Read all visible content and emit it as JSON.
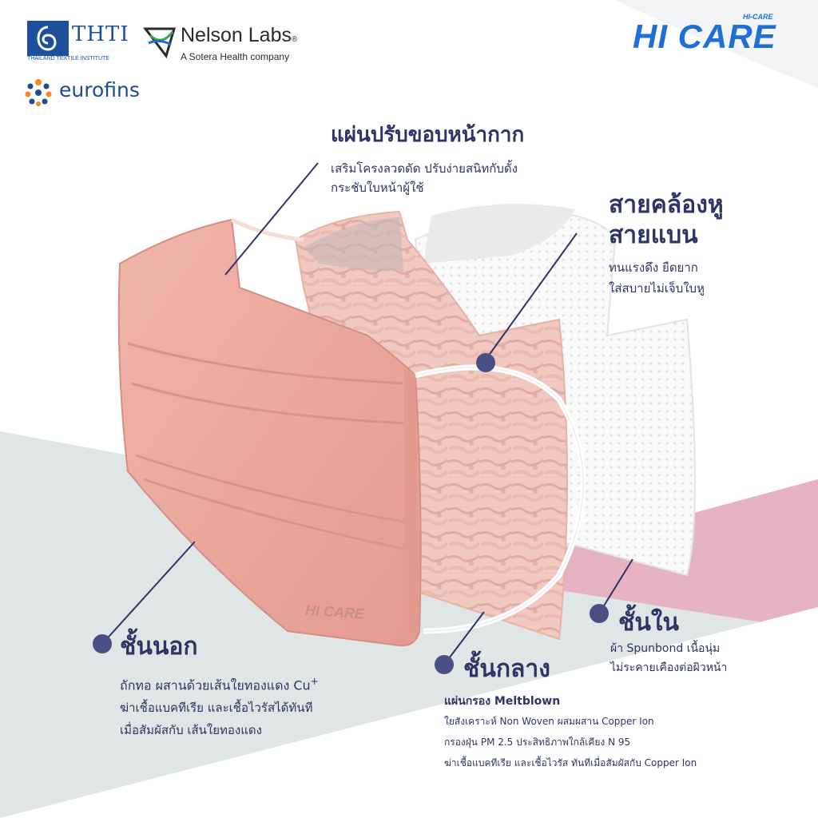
{
  "logos": {
    "thti": {
      "name": "THTI",
      "subtitle": "THAILAND TEXTILE INSTITUTE"
    },
    "nelson": {
      "name": "Nelson Labs",
      "registered": "®",
      "subtitle": "A Sotera Health company"
    },
    "eurofins": {
      "name": "eurofins"
    },
    "brand": {
      "small": "HI-CARE",
      "main": "HI CARE"
    }
  },
  "callouts": {
    "edge": {
      "title": "แผ่นปรับขอบหน้ากาก",
      "lines": [
        "เสริมโครงลวดดัด ปรับง่ายสนิทกับดั้ง",
        "กระชับใบหน้าผู้ใช้"
      ]
    },
    "ear": {
      "title_lines": [
        "สายคล้องหู",
        "สายแบน"
      ],
      "lines": [
        "ทนแรงดึง  ยืดยาก",
        "ใส่สบายไม่เจ็บใบหู"
      ]
    },
    "outer": {
      "title": "ชั้นนอก",
      "line1": "ถักทอ ผสานด้วยเส้นใยทองแดง Cu",
      "line1_sup": "+",
      "lines": [
        "ฆ่าเชื้อแบคทีเรีย และเชื้อไวรัสได้ทันที",
        "เมื่อสัมผัสกับ เส้นใยทองแดง"
      ]
    },
    "middle": {
      "title": "ชั้นกลาง",
      "subtitle": "แผ่นกรอง Meltblown",
      "lines": [
        "ใยสังเคราะห์ Non Woven ผสมผสาน Copper Ion",
        "กรองฝุ่น PM 2.5 ประสิทธิภาพใกล้เคียง N 95",
        "ฆ่าเชื้อแบคทีเรีย และเชื้อไวรัส ทันทีเมื่อสัมผัสกับ Copper Ion"
      ]
    },
    "inner": {
      "title": "ชั้นใน",
      "lines": [
        "ผ้า Spunbond เนื้อนุ่ม",
        "ไม่ระคายเคืองต่อผิวหน้า"
      ]
    }
  },
  "mask_print": "HI CARE",
  "colors": {
    "navy": "#2f3466",
    "mask_pink": "#ebaa9f",
    "middle_pink": "#f0c4bb",
    "brand_blue": "#1f6fd6",
    "bg_gray": "#dfe6e5",
    "bg_pink": "#e6b3c3"
  }
}
